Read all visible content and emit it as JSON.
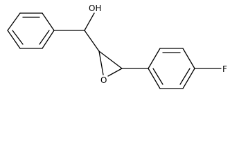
{
  "molecule": {
    "labels": {
      "hydroxyl": "OH",
      "epoxide_oxygen": "O",
      "fluorine": "F"
    }
  },
  "colors": {
    "background": "#ffffff",
    "bond": "#000000",
    "text": "#000000"
  }
}
